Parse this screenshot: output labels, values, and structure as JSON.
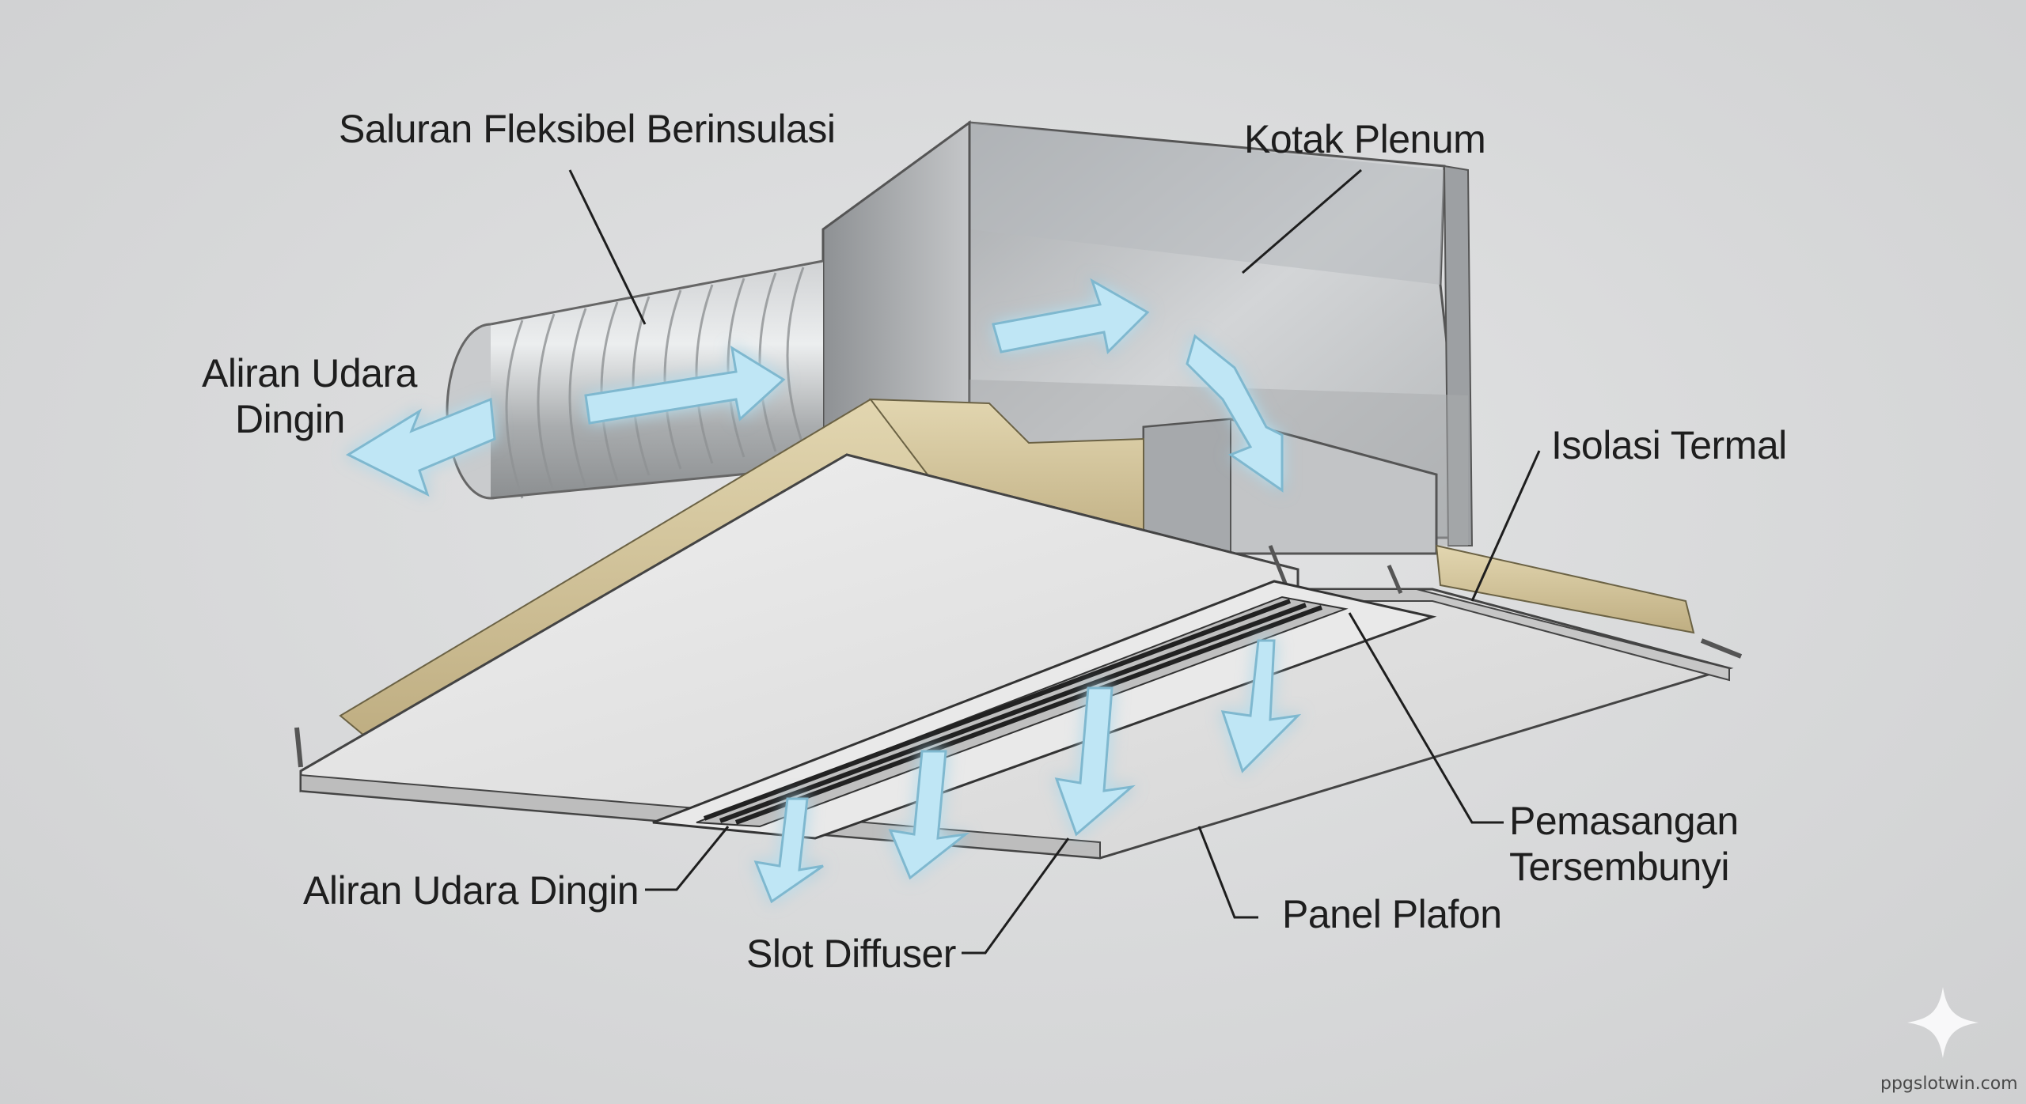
{
  "labels": {
    "flex_duct": "Saluran Fleksibel Berinsulasi",
    "plenum_box": "Kotak Plenum",
    "cold_air_left_line1": "Aliran Udara",
    "cold_air_left_line2": "Dingin",
    "thermal_insulation": "Isolasi Termal",
    "concealed_mount_line1": "Pemasangan",
    "concealed_mount_line2": "Tersembunyi",
    "cold_air_bottom": "Aliran Udara Dingin",
    "ceiling_panel": "Panel Plafon",
    "slot_diffuser": "Slot Diffuser"
  },
  "watermark": "ppgslotwin.com",
  "colors": {
    "airflow": "#bfe6f5",
    "insulation": "#d6c8a0",
    "metal": "#b9bcbf",
    "panel": "#e3e3e3"
  },
  "icons": {
    "watermark_icon": "sparkle-icon"
  }
}
